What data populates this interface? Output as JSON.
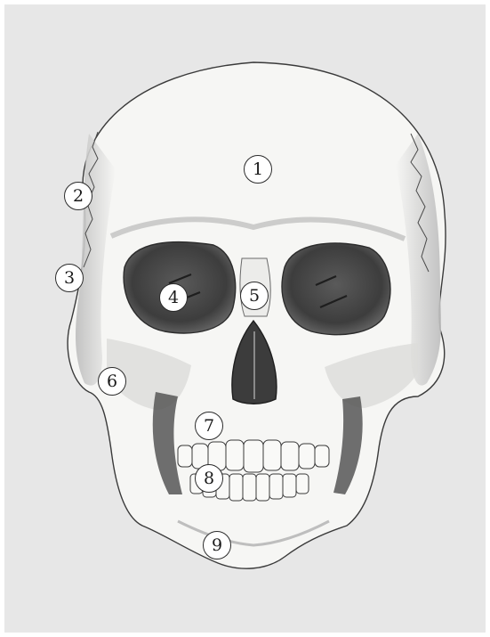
{
  "figure": {
    "subject": "Human skull, anterior view (pencil drawing)",
    "colors": {
      "panel_background": "#e7e7e7",
      "bone": "#f6f6f4",
      "shading": "#6f6f6f",
      "outline": "#3a3a3a"
    }
  },
  "callouts": [
    {
      "id": "1",
      "label": "1"
    },
    {
      "id": "2",
      "label": "2"
    },
    {
      "id": "3",
      "label": "3"
    },
    {
      "id": "4",
      "label": "4"
    },
    {
      "id": "5",
      "label": "5"
    },
    {
      "id": "6",
      "label": "6"
    },
    {
      "id": "7",
      "label": "7"
    },
    {
      "id": "8",
      "label": "8"
    },
    {
      "id": "9",
      "label": "9"
    }
  ]
}
